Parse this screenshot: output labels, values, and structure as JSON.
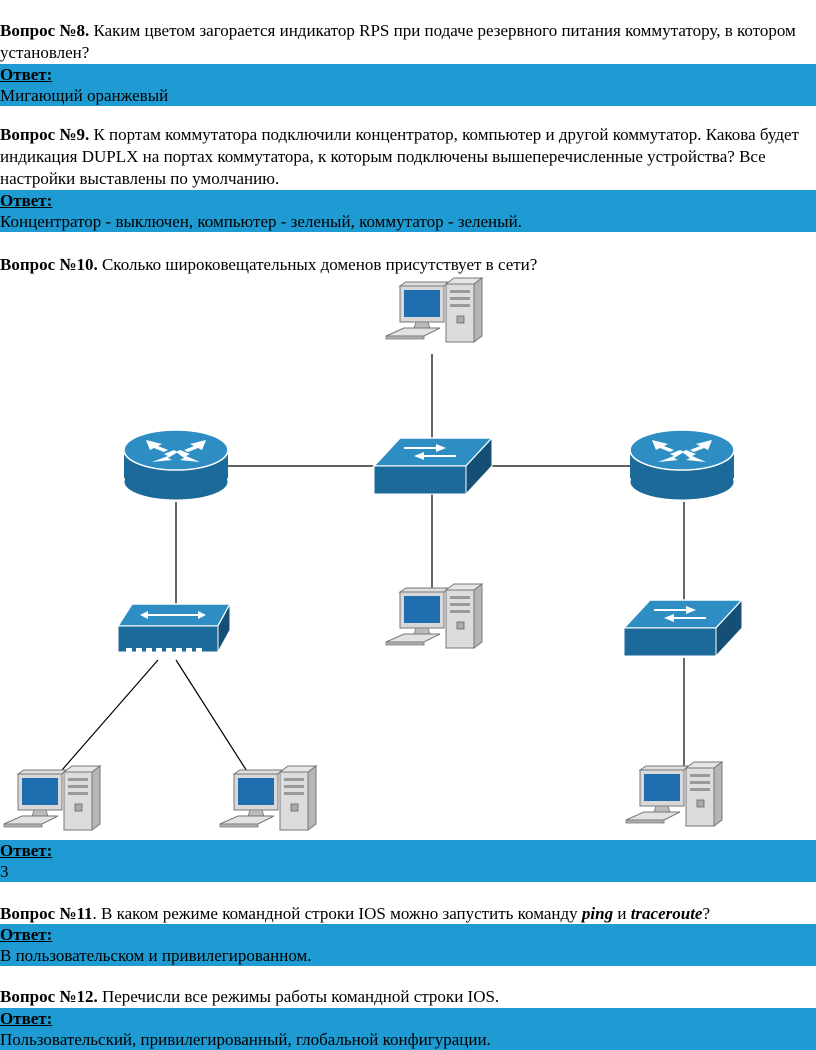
{
  "q8": {
    "num": "Вопрос №8.",
    "text": " Каким цветом загорается индикатор RPS при подаче резервного питания коммутатору, в котором установлен?",
    "answer_label": "Ответ:",
    "answer": "Мигающий оранжевый"
  },
  "q9": {
    "num": "Вопрос №9.",
    "text": " К портам коммутатора подключили концентратор, компьютер и другой коммутатор. Какова будет индикация DUPLX на портах коммутатора, к которым подключены вышеперечисленные устройства? Все настройки выставлены по умолчанию.",
    "answer_label": "Ответ:",
    "answer": "Концентратор - выключен, компьютер - зеленый, коммутатор - зеленый."
  },
  "q10": {
    "num": "Вопрос №10.",
    "text": " Сколько широковещательных доменов присутствует в сети?",
    "answer_label": "Ответ:",
    "answer": "3"
  },
  "q11": {
    "num": "Вопрос №11",
    "text_a": ". В каком режиме командной строки IOS можно запустить команду ",
    "cmd1": "ping",
    "and": " и ",
    "cmd2": "traceroute",
    "text_b": "?",
    "answer_label": "Ответ:",
    "answer": "В пользовательском и привилегированном."
  },
  "q12": {
    "num": "Вопрос №12.",
    "text": " Перечисли все режимы работы командной строки IOS.",
    "answer_label": "Ответ:",
    "answer": "Пользовательский, привилегированный, глобальной конфигурации."
  },
  "colors": {
    "answer_bar": "#1e9bd2",
    "device": "#1b6a9a",
    "device_top": "#2e8ec4"
  }
}
